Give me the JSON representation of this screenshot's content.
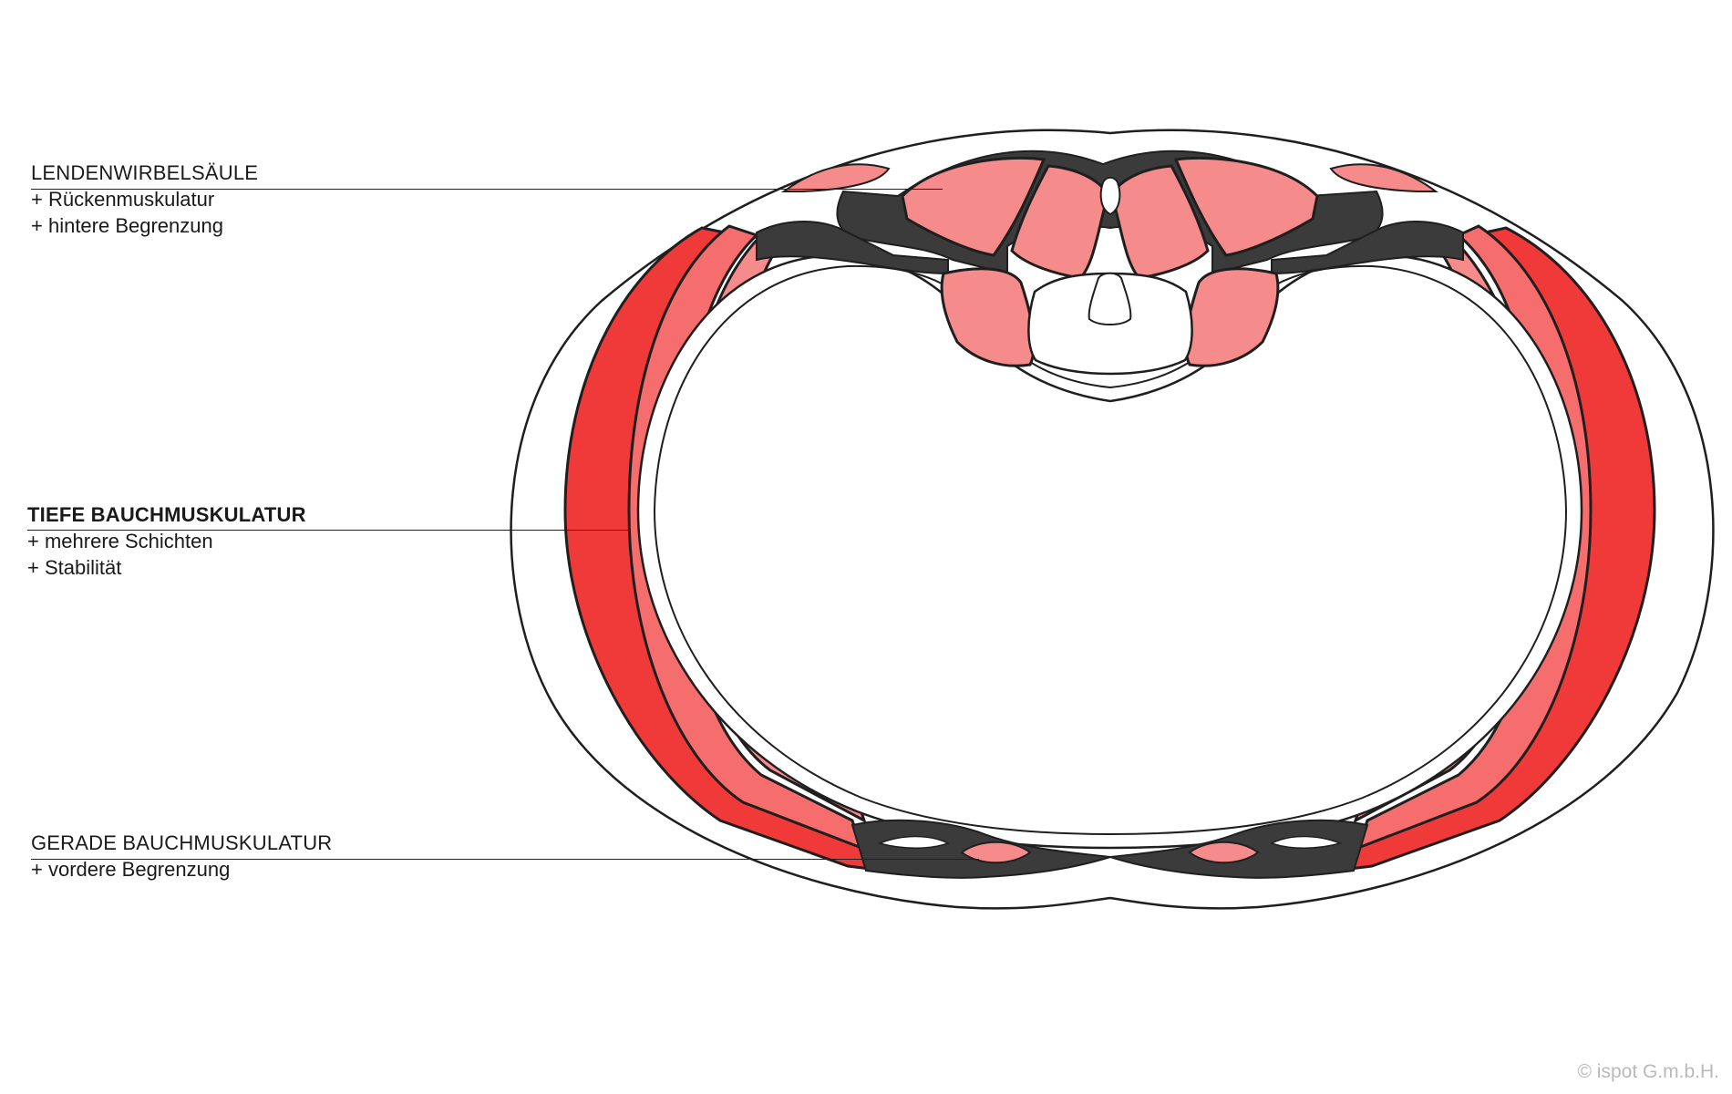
{
  "labels": {
    "spine": {
      "title": "LENDENWIRBELSÄULE",
      "lines": [
        "+ Rückenmuskulatur",
        "+ hintere Begrenzung"
      ]
    },
    "deep": {
      "title": "TIEFE BAUCHMUSKULATUR",
      "lines": [
        "+ mehrere Schichten",
        "+ Stabilität"
      ]
    },
    "rectus": {
      "title": "GERADE BAUCHMUSKULATUR",
      "lines": [
        "+ vordere Begrenzung"
      ]
    }
  },
  "copyright": "© ispot G.m.b.H.",
  "colors": {
    "muscle_light": "#f58b8b",
    "muscle_mid": "#f56d6d",
    "muscle_bright": "#f03a3a",
    "fascia": "#3b3b3b",
    "outline": "#1f1f1f",
    "background": "#ffffff"
  }
}
